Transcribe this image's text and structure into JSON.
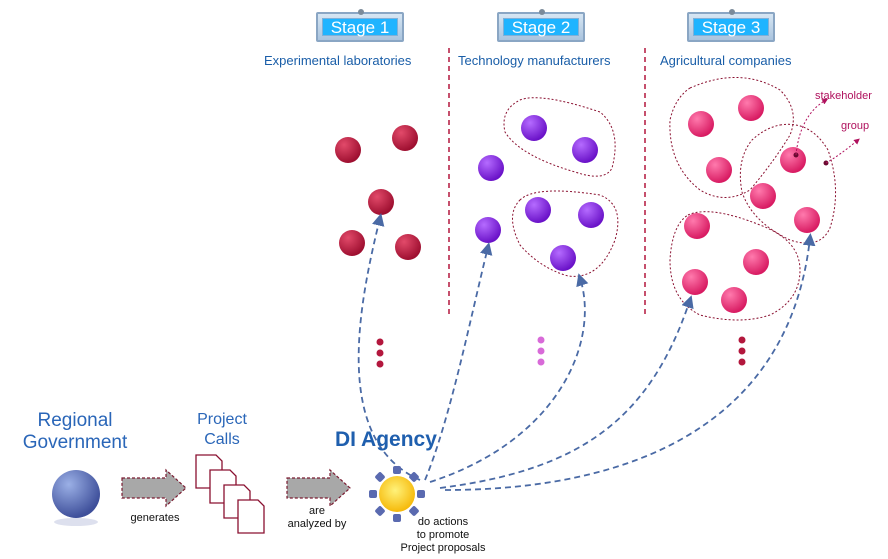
{
  "stages": [
    {
      "tab": "Stage 1",
      "label": "Experimental laboratories",
      "color": "#b3173d"
    },
    {
      "tab": "Stage 2",
      "label": "Technology manufacturers",
      "color": "#8a1ee8"
    },
    {
      "tab": "Stage 3",
      "label": "Agricultural companies",
      "color": "#e8307a"
    }
  ],
  "actors": {
    "government": "Regional\nGovernment",
    "calls": "Project\nCalls",
    "agency": "DI Agency"
  },
  "flow_labels": {
    "generates": "generates",
    "analyzed": "are\nanalyzed by",
    "actions": "do actions\nto promote\nProject proposals"
  },
  "legend": {
    "stakeholder": "stakeholder",
    "group": "group"
  },
  "colors": {
    "arrow": "#4a6aa5",
    "divider": "#b3173d",
    "group_outline": "#8a1030",
    "flow_arrow": "#a8a8a8"
  }
}
